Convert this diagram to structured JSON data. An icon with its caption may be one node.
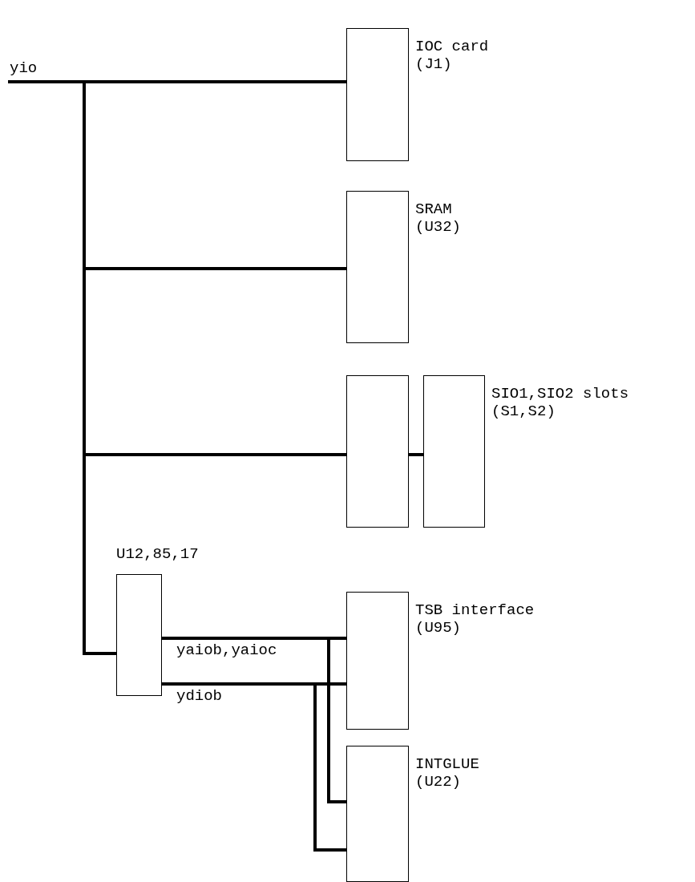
{
  "diagram": {
    "nodes": [
      {
        "text": [
          "yio"
        ]
      },
      {
        "text": [
          "IOC card",
          "(J1)"
        ]
      },
      {
        "text": [
          "SRAM",
          "(U32)"
        ]
      },
      {
        "text": [],
        "shape": "box"
      },
      {
        "text": [
          "SIO1,SIO2 slots",
          "(S1,S2)"
        ]
      },
      {
        "text": [
          "U12,85,17"
        ]
      },
      {
        "text": [
          "TSB interface",
          "(U95)"
        ]
      },
      {
        "text": [
          "INTGLUE",
          "(U22)"
        ]
      }
    ],
    "edges": [
      {
        "from": 0,
        "to": 1,
        "arrow": "none"
      },
      {
        "from": 0,
        "to": 2,
        "arrow": "none"
      },
      {
        "from": 0,
        "to": 3,
        "arrow": "none"
      },
      {
        "from": 0,
        "to": 5,
        "arrow": "none"
      },
      {
        "from": 3,
        "to": 4,
        "arrow": "none"
      },
      {
        "from": 5,
        "to": 6,
        "arrow": "none",
        "label": "yaiob,yaioc"
      },
      {
        "from": 5,
        "to": 6,
        "arrow": "none",
        "label": "ydiob"
      },
      {
        "from": 5,
        "to": 7,
        "arrow": "none"
      },
      {
        "from": 5,
        "to": 7,
        "arrow": "none"
      }
    ]
  }
}
